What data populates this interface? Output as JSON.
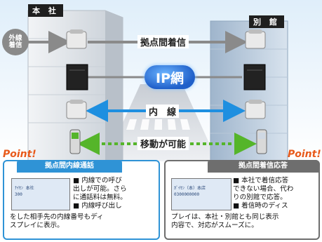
{
  "buildings": {
    "head_office": "本 社",
    "annex": "別 館"
  },
  "outside_line_badge": "外線\n着信",
  "flows": {
    "inter_site_incoming": "拠点間着信",
    "ip_network": "IP網",
    "extension": "内　線",
    "mobility": "移動が可能"
  },
  "point_label": "Point!",
  "panels": {
    "left": {
      "title": "拠点間内線通話",
      "screen_line1": "ﾅｲｾﾝ  本社",
      "screen_line2": "300",
      "text_lines": [
        "■ 内線での呼び",
        "出しが可能。さら",
        "に通話料は無料。",
        "■ 内線呼び出し",
        "をした相手先の内線番号もディ",
        "スプレイに表示。"
      ]
    },
    "right": {
      "title": "拠点間着信応答",
      "screen_line1": "ｶﾞｲｾﾝ（本）本店",
      "screen_line2": "0300000000",
      "text_lines": [
        "■ 本社で着信応答",
        "できない場合、代わ",
        "りの別館で応答。",
        "■ 着信時のディス",
        "プレイは、本社・別館とも同じ表示",
        "内容で、対応がスムーズに。"
      ]
    }
  },
  "colors": {
    "arrow_gray": "#8a8a8a",
    "arrow_blue": "#1e8fe0",
    "arrow_green": "#55b52a",
    "ip_blue": "#1f5fc9",
    "point_orange": "#e85a1b",
    "left_panel": "#2f93d6",
    "right_panel": "#6e6e6e"
  }
}
